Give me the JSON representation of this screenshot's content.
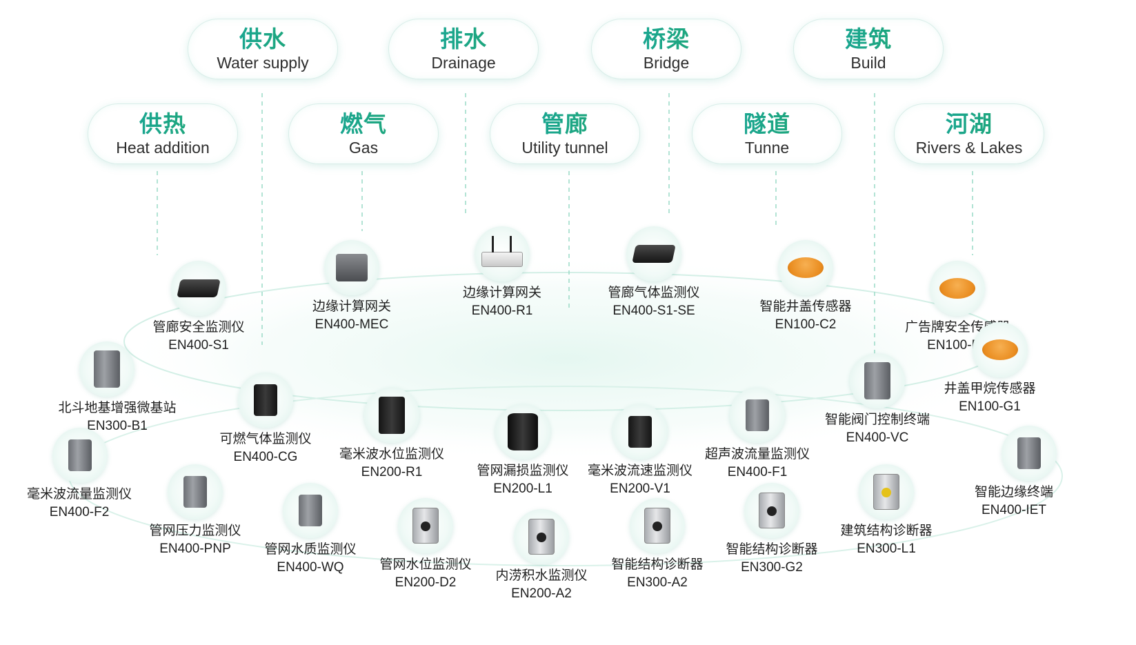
{
  "categories_top": [
    {
      "zh": "供水",
      "en": "Water supply"
    },
    {
      "zh": "排水",
      "en": "Drainage"
    },
    {
      "zh": "桥梁",
      "en": "Bridge"
    },
    {
      "zh": "建筑",
      "en": "Build"
    }
  ],
  "categories_bottom": [
    {
      "zh": "供热",
      "en": "Heat addition"
    },
    {
      "zh": "燃气",
      "en": "Gas"
    },
    {
      "zh": "管廊",
      "en": "Utility tunnel"
    },
    {
      "zh": "隧道",
      "en": "Tunne"
    },
    {
      "zh": "河湖",
      "en": "Rivers & Lakes"
    }
  ],
  "colors": {
    "accent_teal": "#17a4a4",
    "accent_green": "#21a86a",
    "ring": "#cfeee4"
  },
  "devices": [
    {
      "name": "管廊安全监测仪",
      "model": "EN400-S1",
      "icon": "flat-gateway-icon"
    },
    {
      "name": "边缘计算网关",
      "model": "EN400-MEC",
      "icon": "edge-box-icon"
    },
    {
      "name": "边缘计算网关",
      "model": "EN400-R1",
      "icon": "router-icon"
    },
    {
      "name": "管廊气体监测仪",
      "model": "EN400-S1-SE",
      "icon": "flat-gateway-icon"
    },
    {
      "name": "智能井盖传感器",
      "model": "EN100-C2",
      "icon": "manhole-sensor-icon"
    },
    {
      "name": "广告牌安全传感器",
      "model": "EN100-B1",
      "icon": "manhole-sensor-icon"
    },
    {
      "name": "北斗地基增强微基站",
      "model": "EN300-B1",
      "icon": "base-station-icon"
    },
    {
      "name": "可燃气体监测仪",
      "model": "EN400-CG",
      "icon": "gas-detector-icon"
    },
    {
      "name": "毫米波水位监测仪",
      "model": "EN200-R1",
      "icon": "radar-level-icon"
    },
    {
      "name": "管网漏损监测仪",
      "model": "EN200-L1",
      "icon": "leak-sensor-icon"
    },
    {
      "name": "毫米波流速监测仪",
      "model": "EN200-V1",
      "icon": "radar-velocity-icon"
    },
    {
      "name": "超声波流量监测仪",
      "model": "EN400-F1",
      "icon": "ultrasonic-flow-icon"
    },
    {
      "name": "智能阀门控制终端",
      "model": "EN400-VC",
      "icon": "valve-terminal-icon"
    },
    {
      "name": "井盖甲烷传感器",
      "model": "EN100-G1",
      "icon": "manhole-sensor-icon"
    },
    {
      "name": "毫米波流量监测仪",
      "model": "EN400-F2",
      "icon": "flow-meter-icon"
    },
    {
      "name": "管网压力监测仪",
      "model": "EN400-PNP",
      "icon": "pressure-meter-icon"
    },
    {
      "name": "管网水质监测仪",
      "model": "EN400-WQ",
      "icon": "water-quality-icon"
    },
    {
      "name": "管网水位监测仪",
      "model": "EN200-D2",
      "icon": "water-level-icon"
    },
    {
      "name": "内涝积水监测仪",
      "model": "EN200-A2",
      "icon": "waterlogging-icon"
    },
    {
      "name": "智能结构诊断器",
      "model": "EN300-A2",
      "icon": "structure-sensor-icon"
    },
    {
      "name": "智能结构诊断器",
      "model": "EN300-G2",
      "icon": "structure-sensor-icon"
    },
    {
      "name": "建筑结构诊断器",
      "model": "EN300-L1",
      "icon": "building-sensor-icon"
    },
    {
      "name": "智能边缘终端",
      "model": "EN400-IET",
      "icon": "edge-terminal-icon"
    }
  ]
}
